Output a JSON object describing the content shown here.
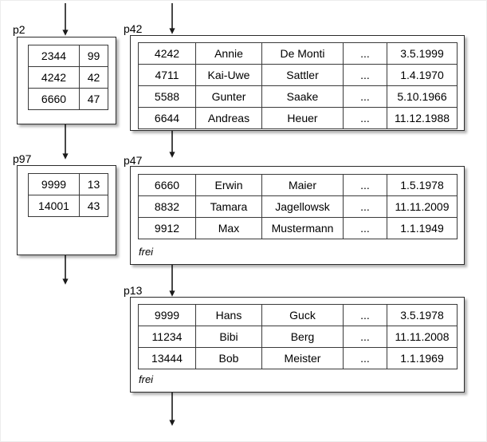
{
  "diagram": {
    "type": "index-and-data-pages",
    "title_text": "",
    "free_space_label": "frei",
    "ellipsis_label": "...",
    "colors": {
      "background": "#ffffff",
      "box_border": "#2b2b2b",
      "cell_border": "#3a3a3a",
      "arrow": "#1a1a1a",
      "text": "#000000"
    }
  },
  "index_pages": [
    {
      "id": "p2",
      "label": "p2",
      "rows": [
        {
          "key": "2344",
          "pointer": "99"
        },
        {
          "key": "4242",
          "pointer": "42"
        },
        {
          "key": "6660",
          "pointer": "47"
        }
      ]
    },
    {
      "id": "p97",
      "label": "p97",
      "rows": [
        {
          "key": "9999",
          "pointer": "13"
        },
        {
          "key": "14001",
          "pointer": "43"
        }
      ]
    }
  ],
  "data_pages": [
    {
      "id": "p42",
      "label": "p42",
      "has_free_marker": false,
      "rows": [
        {
          "id": "4242",
          "first_name": "Annie",
          "last_name": "De Monti",
          "more": "...",
          "date": "3.5.1999"
        },
        {
          "id": "4711",
          "first_name": "Kai-Uwe",
          "last_name": "Sattler",
          "more": "...",
          "date": "1.4.1970"
        },
        {
          "id": "5588",
          "first_name": "Gunter",
          "last_name": "Saake",
          "more": "...",
          "date": "5.10.1966"
        },
        {
          "id": "6644",
          "first_name": "Andreas",
          "last_name": "Heuer",
          "more": "...",
          "date": "11.12.1988"
        }
      ]
    },
    {
      "id": "p47",
      "label": "p47",
      "has_free_marker": true,
      "free_label": "frei",
      "rows": [
        {
          "id": "6660",
          "first_name": "Erwin",
          "last_name": "Maier",
          "more": "...",
          "date": "1.5.1978"
        },
        {
          "id": "8832",
          "first_name": "Tamara",
          "last_name": "Jagellowsk",
          "more": "...",
          "date": "11.11.2009"
        },
        {
          "id": "9912",
          "first_name": "Max",
          "last_name": "Mustermann",
          "more": "...",
          "date": "1.1.1949"
        }
      ]
    },
    {
      "id": "p13",
      "label": "p13",
      "has_free_marker": true,
      "free_label": "frei",
      "rows": [
        {
          "id": "9999",
          "first_name": "Hans",
          "last_name": "Guck",
          "more": "...",
          "date": "3.5.1978"
        },
        {
          "id": "11234",
          "first_name": "Bibi",
          "last_name": "Berg",
          "more": "...",
          "date": "11.11.2008"
        },
        {
          "id": "13444",
          "first_name": "Bob",
          "last_name": "Meister",
          "more": "...",
          "date": "1.1.1969"
        }
      ]
    }
  ],
  "arrows": [
    {
      "name": "arrow-into-p2",
      "from": "top",
      "to": "p2"
    },
    {
      "name": "arrow-p2-to-p97",
      "from": "p2",
      "to": "p97"
    },
    {
      "name": "arrow-p97-down",
      "from": "p97",
      "to": "below"
    },
    {
      "name": "arrow-into-p42",
      "from": "top",
      "to": "p42"
    },
    {
      "name": "arrow-p42-to-p47",
      "from": "p42",
      "to": "p47"
    },
    {
      "name": "arrow-p47-to-p13",
      "from": "p47",
      "to": "p13"
    },
    {
      "name": "arrow-p13-down",
      "from": "p13",
      "to": "below"
    }
  ]
}
